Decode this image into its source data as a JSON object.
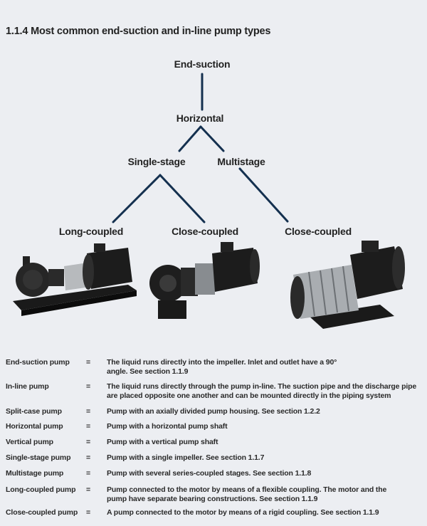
{
  "title": "1.1.4 Most common end-suction and in-line pump types",
  "tree": {
    "root": "End-suction",
    "level1": "Horizontal",
    "level2": [
      "Single-stage",
      "Multistage"
    ],
    "level3": [
      "Long-coupled",
      "Close-coupled",
      "Close-coupled"
    ]
  },
  "colors": {
    "line": "#14304f",
    "background": "#eceef2"
  },
  "definitions": [
    {
      "term": "End-suction pump",
      "eq": "=",
      "desc": "The liquid runs directly into the impeller. Inlet and outlet have a 90° angle. See section 1.1.9"
    },
    {
      "term": "In-line pump",
      "eq": "=",
      "desc": "The liquid runs directly through the pump in-line. The suction pipe and the discharge pipe are placed opposite one another and can be mounted directly in the piping system"
    },
    {
      "term": "Split-case pump",
      "eq": "=",
      "desc": "Pump with an axially divided pump housing. See section 1.2.2"
    },
    {
      "term": "Horizontal pump",
      "eq": "=",
      "desc": "Pump with a horizontal pump shaft"
    },
    {
      "term": "Vertical pump",
      "eq": "=",
      "desc": "Pump with a vertical pump shaft"
    },
    {
      "term": "Single-stage pump",
      "eq": "=",
      "desc": "Pump with a single impeller. See section 1.1.7"
    },
    {
      "term": "Multistage pump",
      "eq": "=",
      "desc": "Pump with several series-coupled stages. See section 1.1.8"
    },
    {
      "term": "Long-coupled pump",
      "eq": "=",
      "desc": "Pump connected to the motor by means of a flexible coupling. The motor and the pump have separate bearing constructions. See section 1.1.9"
    },
    {
      "term": "Close-coupled pump",
      "eq": "=",
      "desc": "A pump connected to the motor by means of a rigid coupling. See section 1.1.9"
    }
  ]
}
